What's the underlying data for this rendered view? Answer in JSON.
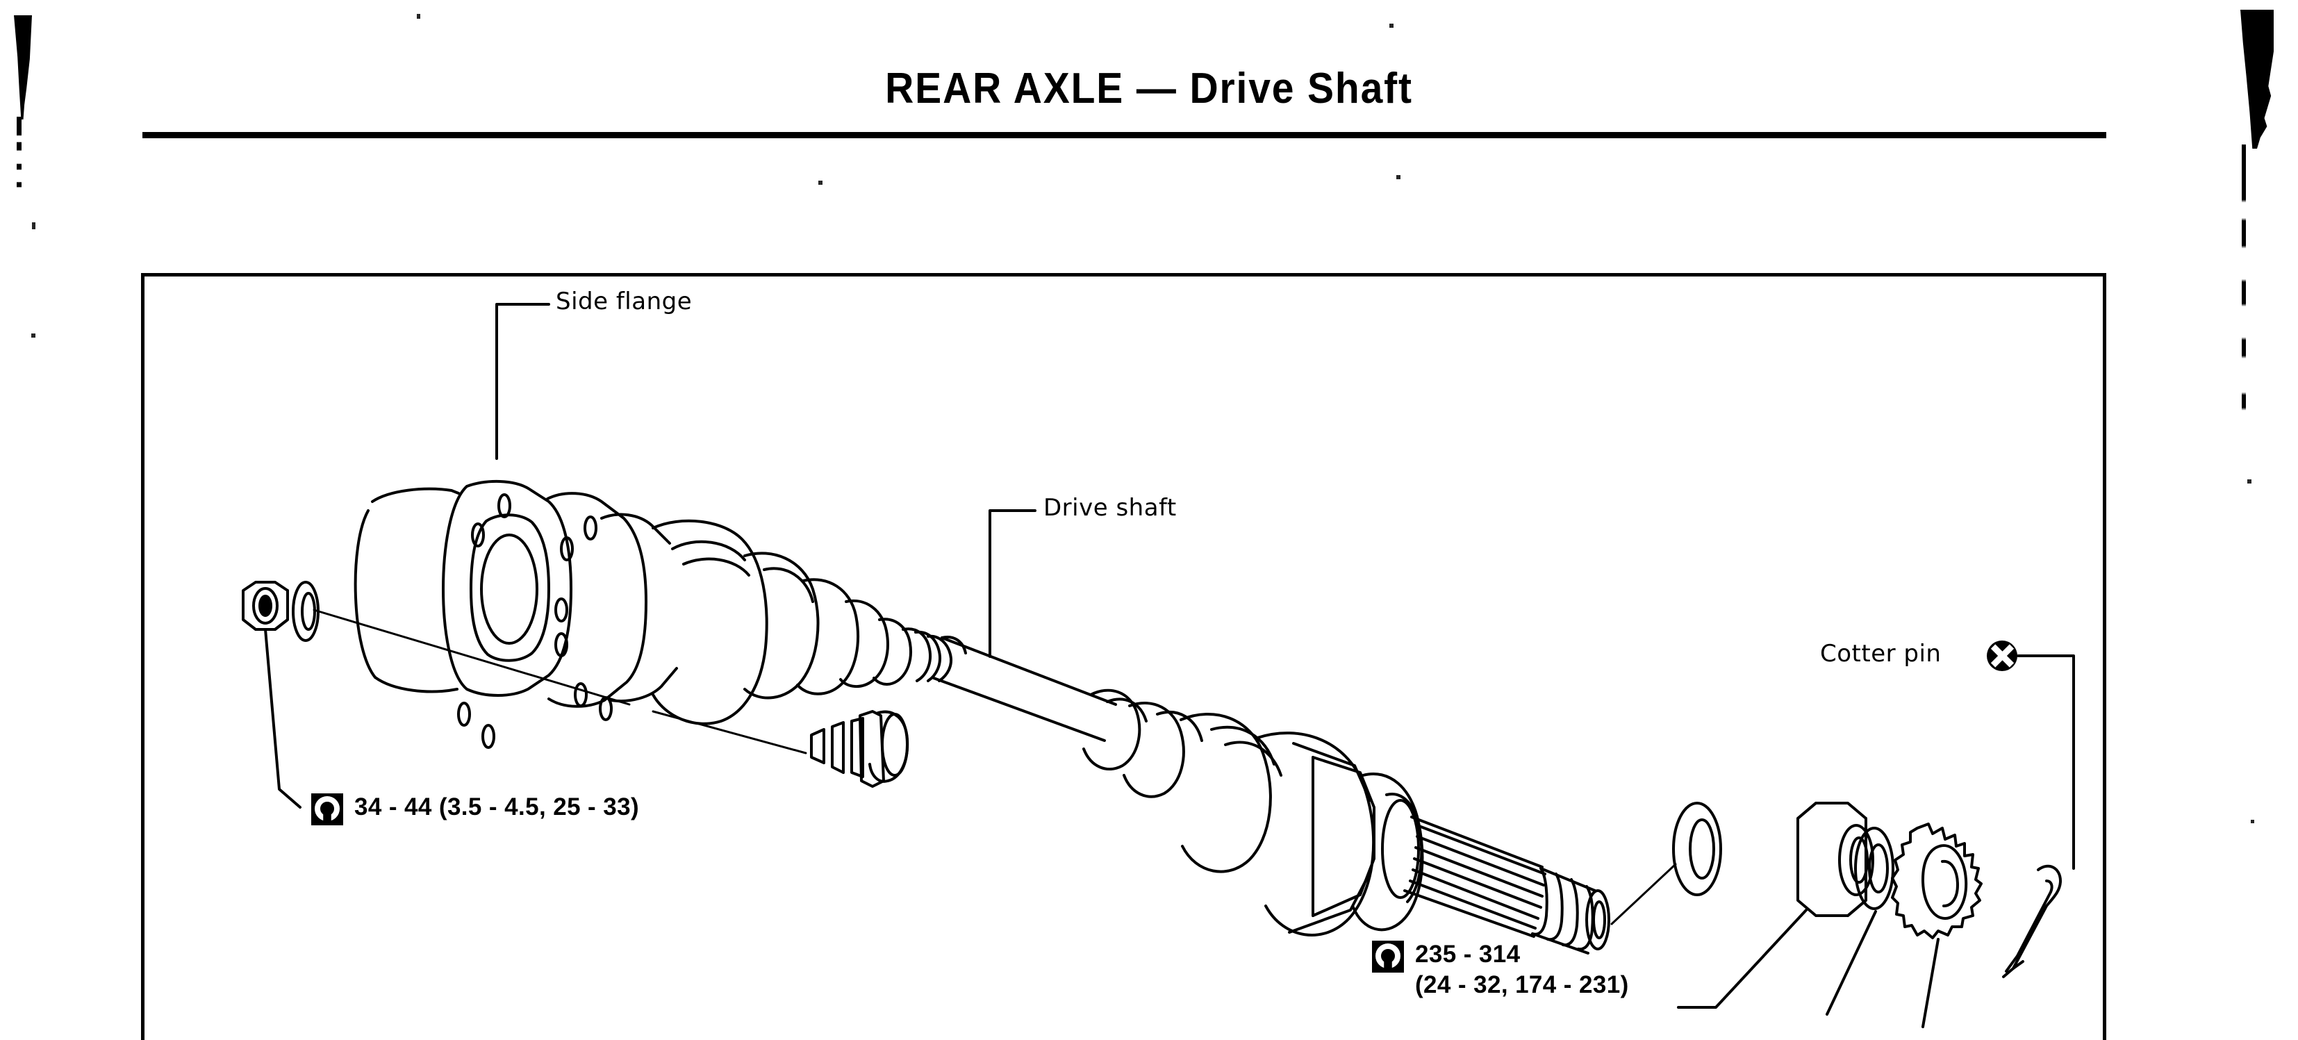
{
  "document": {
    "title": "REAR AXLE — Drive Shaft",
    "section": "REAR AXLE",
    "subsection": "Drive Shaft",
    "separator": "—"
  },
  "diagram": {
    "type": "exploded-assembly",
    "name": "drive-shaft-exploded-view",
    "callouts": [
      {
        "id": "side-flange",
        "label": "Side flange"
      },
      {
        "id": "drive-shaft",
        "label": "Drive shaft"
      },
      {
        "id": "cotter-pin",
        "label": "Cotter pin"
      }
    ],
    "torque_specs": [
      {
        "id": "flange-bolt-torque",
        "icon": "torque-wrench-icon",
        "lines": [
          "34 - 44 (3.5 - 4.5, 25 - 33)"
        ],
        "value_nm": "34 - 44",
        "value_kgm": "3.5 - 4.5",
        "value_ftlb": "25 - 33"
      },
      {
        "id": "axle-nut-torque",
        "icon": "torque-wrench-icon",
        "lines": [
          "235 - 314",
          "(24 - 32, 174 - 231)"
        ],
        "value_nm": "235 - 314",
        "value_kgm": "24 - 32",
        "value_ftlb": "174 - 231"
      }
    ],
    "markers": [
      {
        "id": "replace-part",
        "symbol": "circled-x",
        "applies_to": "Cotter pin"
      }
    ],
    "parts": [
      "Lock nut",
      "Washer",
      "Side flange",
      "Flange bolt",
      "Inner joint boot",
      "Drive shaft",
      "Outer joint",
      "Splined shaft end",
      "Plain washer",
      "Axle nut",
      "Washer",
      "Lock washer",
      "Cotter pin"
    ]
  },
  "colors": {
    "ink": "#000000",
    "paper": "#ffffff"
  }
}
